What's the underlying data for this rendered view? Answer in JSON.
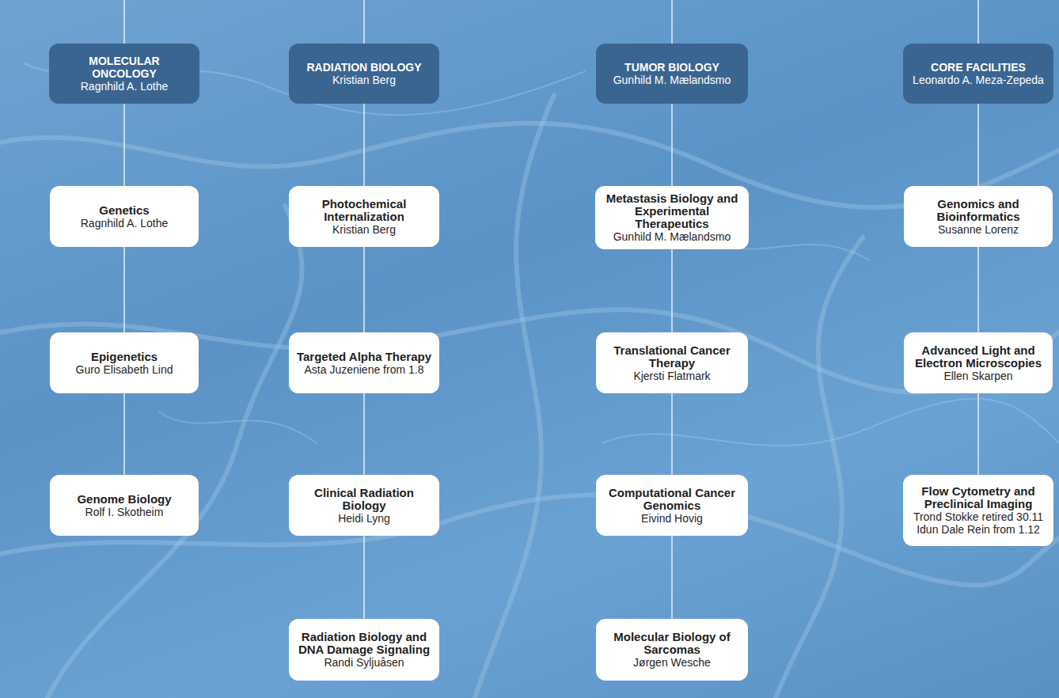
{
  "diagram": {
    "nodes": [
      {
        "text": [
          "MOLECULAR ONCOLOGY",
          "Ragnhild A. Lothe"
        ]
      },
      {
        "text": [
          "Genetics",
          "Ragnhild A. Lothe"
        ]
      },
      {
        "text": [
          "Epigenetics",
          "Guro Elisabeth Lind"
        ]
      },
      {
        "text": [
          "Genome Biology",
          "Rolf I. Skotheim"
        ]
      },
      {
        "text": [
          "RADIATION BIOLOGY",
          "Kristian Berg"
        ]
      },
      {
        "text": [
          "Photochemical Internalization",
          "Kristian Berg"
        ]
      },
      {
        "text": [
          "Targeted Alpha Therapy",
          "Asta Juzeniene from 1.8"
        ]
      },
      {
        "text": [
          "Clinical Radiation Biology",
          "Heidi Lyng"
        ]
      },
      {
        "text": [
          "Radiation Biology and DNA Damage Signaling",
          "Randi Syljuåsen"
        ]
      },
      {
        "text": [
          "TUMOR BIOLOGY",
          "Gunhild M. Mælandsmo"
        ]
      },
      {
        "text": [
          "Metastasis Biology and Experimental Therapeutics",
          "Gunhild M. Mælandsmo"
        ]
      },
      {
        "text": [
          "Translational Cancer Therapy",
          "Kjersti Flatmark"
        ]
      },
      {
        "text": [
          "Computational Cancer Genomics",
          "Eivind Hovig"
        ]
      },
      {
        "text": [
          "Molecular Biology of Sarcomas",
          "Jørgen Wesche"
        ]
      },
      {
        "text": [
          "CORE FACILITIES",
          "Leonardo A. Meza-Zepeda"
        ]
      },
      {
        "text": [
          "Genomics and Bioinformatics",
          "Susanne Lorenz"
        ]
      },
      {
        "text": [
          "Advanced  Light and Electron Microscopies",
          "Ellen Skarpen"
        ]
      },
      {
        "text": [
          "Flow Cytometry and Preclinical Imaging",
          "Trond Stokke retired 30.11",
          "Idun Dale Rein from 1.12"
        ]
      }
    ],
    "edges": [
      {
        "from": 0,
        "to": 1,
        "arrow": "none"
      },
      {
        "from": 1,
        "to": 2,
        "arrow": "none"
      },
      {
        "from": 2,
        "to": 3,
        "arrow": "none"
      },
      {
        "from": 4,
        "to": 5,
        "arrow": "none"
      },
      {
        "from": 5,
        "to": 6,
        "arrow": "none"
      },
      {
        "from": 6,
        "to": 7,
        "arrow": "none"
      },
      {
        "from": 7,
        "to": 8,
        "arrow": "none"
      },
      {
        "from": 9,
        "to": 10,
        "arrow": "none"
      },
      {
        "from": 10,
        "to": 11,
        "arrow": "none"
      },
      {
        "from": 11,
        "to": 12,
        "arrow": "none"
      },
      {
        "from": 12,
        "to": 13,
        "arrow": "none"
      },
      {
        "from": 14,
        "to": 15,
        "arrow": "none"
      },
      {
        "from": 15,
        "to": 16,
        "arrow": "none"
      },
      {
        "from": 16,
        "to": 17,
        "arrow": "none"
      }
    ]
  }
}
